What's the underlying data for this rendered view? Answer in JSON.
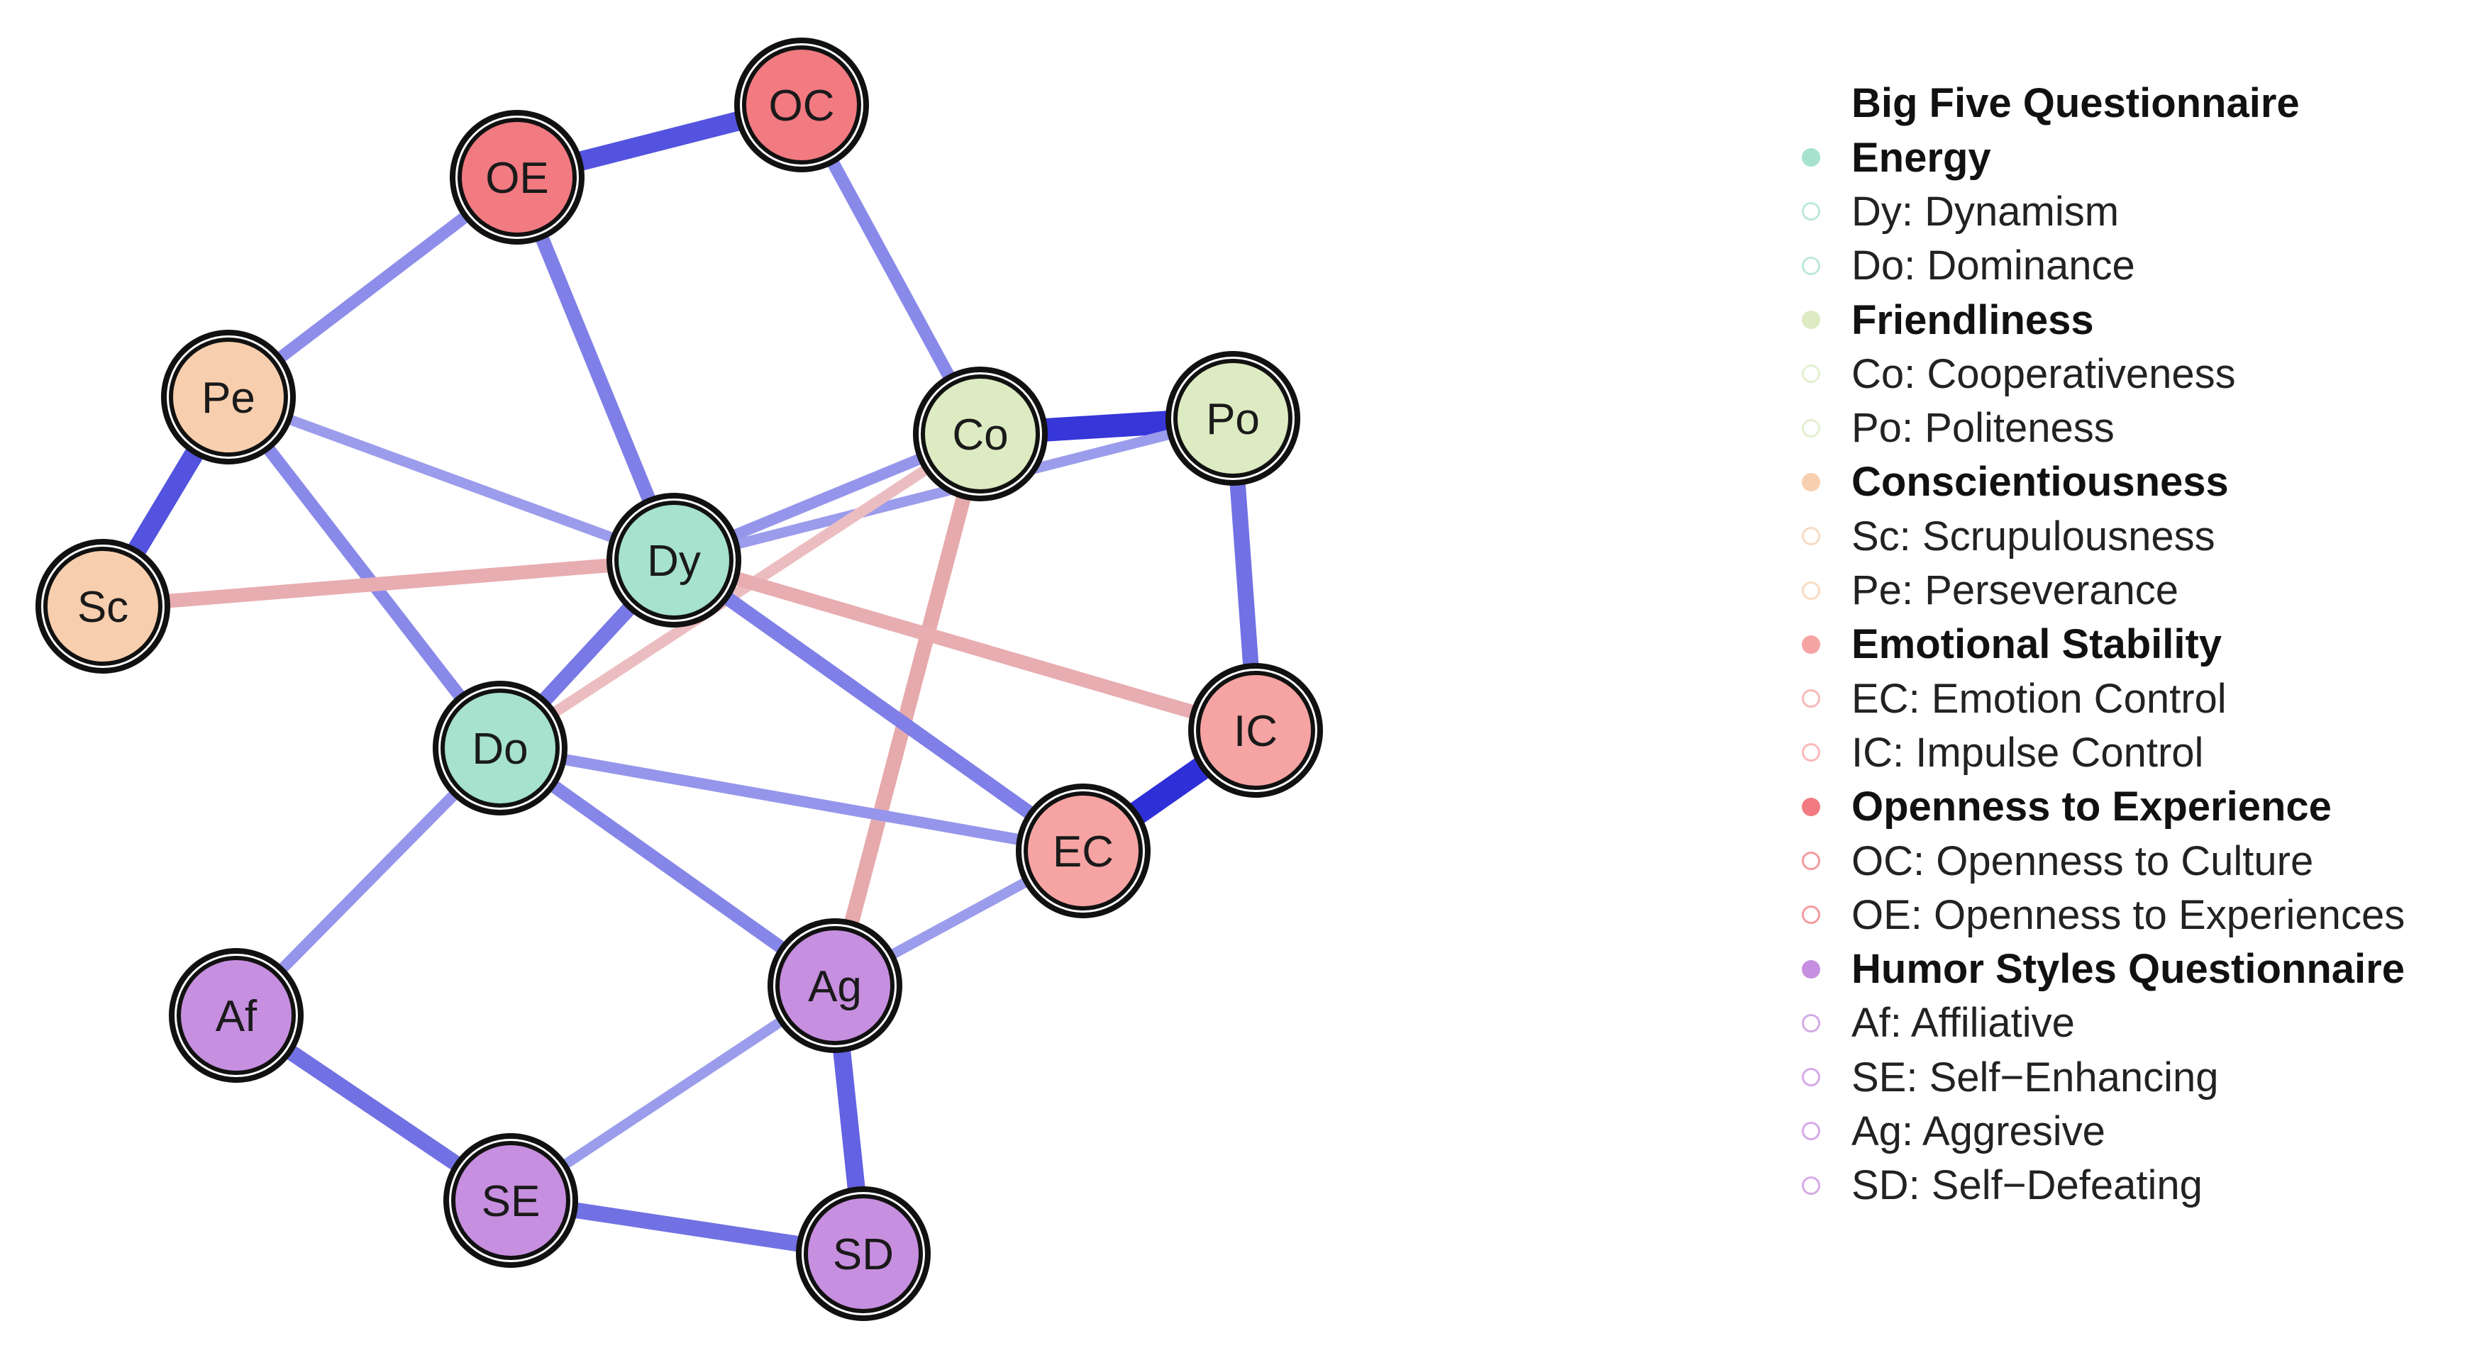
{
  "colors": {
    "Energy": "#a6e2cd",
    "Friendliness": "#dcebc1",
    "Conscientiousness": "#f8cfae",
    "Emotional Stability": "#f6a4a3",
    "Openness to Experience": "#f27a81",
    "Humor Styles Questionnaire": "#c78fdf",
    "positive_edge": "#2f2fd8",
    "negative_edge": "#d97a80"
  },
  "legend": {
    "title": "Big Five Questionnaire",
    "rows": [
      {
        "text": "Energy",
        "group": true,
        "color_key": "Energy"
      },
      {
        "text": "Dy: Dynamism",
        "group": false,
        "color_key": "Energy"
      },
      {
        "text": "Do: Dominance",
        "group": false,
        "color_key": "Energy"
      },
      {
        "text": "Friendliness",
        "group": true,
        "color_key": "Friendliness"
      },
      {
        "text": "Co: Cooperativeness",
        "group": false,
        "color_key": "Friendliness"
      },
      {
        "text": "Po: Politeness",
        "group": false,
        "color_key": "Friendliness"
      },
      {
        "text": "Conscientiousness",
        "group": true,
        "color_key": "Conscientiousness"
      },
      {
        "text": "Sc: Scrupulousness",
        "group": false,
        "color_key": "Conscientiousness"
      },
      {
        "text": "Pe: Perseverance",
        "group": false,
        "color_key": "Conscientiousness"
      },
      {
        "text": "Emotional Stability",
        "group": true,
        "color_key": "Emotional Stability"
      },
      {
        "text": "EC: Emotion Control",
        "group": false,
        "color_key": "Emotional Stability"
      },
      {
        "text": "IC: Impulse Control",
        "group": false,
        "color_key": "Emotional Stability"
      },
      {
        "text": "Openness to Experience",
        "group": true,
        "color_key": "Openness to Experience"
      },
      {
        "text": "OC: Openness to Culture",
        "group": false,
        "color_key": "Openness to Experience"
      },
      {
        "text": "OE: Openness to Experiences",
        "group": false,
        "color_key": "Openness to Experience"
      },
      {
        "text": "Humor Styles Questionnaire",
        "group": true,
        "color_key": "Humor Styles Questionnaire"
      },
      {
        "text": "Af: Affiliative",
        "group": false,
        "color_key": "Humor Styles Questionnaire"
      },
      {
        "text": "SE: Self−Enhancing",
        "group": false,
        "color_key": "Humor Styles Questionnaire"
      },
      {
        "text": "Ag: Aggresive",
        "group": false,
        "color_key": "Humor Styles Questionnaire"
      },
      {
        "text": "SD: Self−Defeating",
        "group": false,
        "color_key": "Humor Styles Questionnaire"
      }
    ]
  },
  "nodes": [
    {
      "id": "OC",
      "label": "OC",
      "group": "Openness to Experience"
    },
    {
      "id": "OE",
      "label": "OE",
      "group": "Openness to Experience"
    },
    {
      "id": "Pe",
      "label": "Pe",
      "group": "Conscientiousness"
    },
    {
      "id": "Sc",
      "label": "Sc",
      "group": "Conscientiousness"
    },
    {
      "id": "Co",
      "label": "Co",
      "group": "Friendliness"
    },
    {
      "id": "Po",
      "label": "Po",
      "group": "Friendliness"
    },
    {
      "id": "Dy",
      "label": "Dy",
      "group": "Energy"
    },
    {
      "id": "Do",
      "label": "Do",
      "group": "Energy"
    },
    {
      "id": "IC",
      "label": "IC",
      "group": "Emotional Stability"
    },
    {
      "id": "EC",
      "label": "EC",
      "group": "Emotional Stability"
    },
    {
      "id": "Af",
      "label": "Af",
      "group": "Humor Styles Questionnaire"
    },
    {
      "id": "Ag",
      "label": "Ag",
      "group": "Humor Styles Questionnaire"
    },
    {
      "id": "SE",
      "label": "SE",
      "group": "Humor Styles Questionnaire"
    },
    {
      "id": "SD",
      "label": "SD",
      "group": "Humor Styles Questionnaire"
    }
  ],
  "edges": [
    {
      "from": "OE",
      "to": "OC",
      "sign": "positive",
      "strength": 0.75
    },
    {
      "from": "OE",
      "to": "Pe",
      "sign": "positive",
      "strength": 0.35
    },
    {
      "from": "OE",
      "to": "Dy",
      "sign": "positive",
      "strength": 0.45
    },
    {
      "from": "OC",
      "to": "Co",
      "sign": "positive",
      "strength": 0.38
    },
    {
      "from": "Pe",
      "to": "Sc",
      "sign": "positive",
      "strength": 0.75
    },
    {
      "from": "Pe",
      "to": "Dy",
      "sign": "positive",
      "strength": 0.25
    },
    {
      "from": "Pe",
      "to": "Do",
      "sign": "positive",
      "strength": 0.38
    },
    {
      "from": "Sc",
      "to": "Dy",
      "sign": "negative",
      "strength": 0.45
    },
    {
      "from": "Co",
      "to": "Po",
      "sign": "positive",
      "strength": 0.95
    },
    {
      "from": "Co",
      "to": "Dy",
      "sign": "positive",
      "strength": 0.3
    },
    {
      "from": "Po",
      "to": "Dy",
      "sign": "positive",
      "strength": 0.25
    },
    {
      "from": "Co",
      "to": "Do",
      "sign": "negative",
      "strength": 0.28
    },
    {
      "from": "Co",
      "to": "Ag",
      "sign": "negative",
      "strength": 0.5
    },
    {
      "from": "Po",
      "to": "IC",
      "sign": "positive",
      "strength": 0.55
    },
    {
      "from": "Dy",
      "to": "IC",
      "sign": "negative",
      "strength": 0.45
    },
    {
      "from": "Dy",
      "to": "Do",
      "sign": "positive",
      "strength": 0.5
    },
    {
      "from": "Dy",
      "to": "EC",
      "sign": "positive",
      "strength": 0.45
    },
    {
      "from": "Do",
      "to": "EC",
      "sign": "positive",
      "strength": 0.3
    },
    {
      "from": "Do",
      "to": "Af",
      "sign": "positive",
      "strength": 0.3
    },
    {
      "from": "Do",
      "to": "Ag",
      "sign": "positive",
      "strength": 0.4
    },
    {
      "from": "IC",
      "to": "EC",
      "sign": "positive",
      "strength": 1.0
    },
    {
      "from": "EC",
      "to": "Ag",
      "sign": "positive",
      "strength": 0.25
    },
    {
      "from": "Af",
      "to": "SE",
      "sign": "positive",
      "strength": 0.55
    },
    {
      "from": "Ag",
      "to": "SE",
      "sign": "positive",
      "strength": 0.25
    },
    {
      "from": "Ag",
      "to": "SD",
      "sign": "positive",
      "strength": 0.65
    },
    {
      "from": "SE",
      "to": "SD",
      "sign": "positive",
      "strength": 0.55
    }
  ]
}
